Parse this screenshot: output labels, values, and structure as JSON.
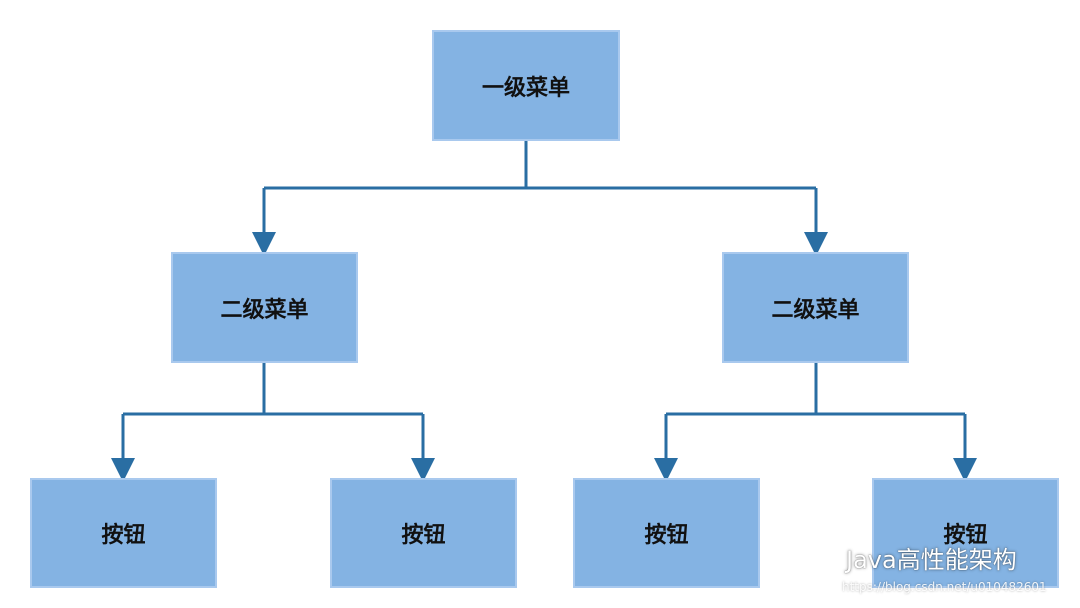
{
  "diagram": {
    "root": {
      "label": "一级菜单"
    },
    "level2": [
      {
        "label": "二级菜单"
      },
      {
        "label": "二级菜单"
      }
    ],
    "buttons": [
      {
        "label": "按钮"
      },
      {
        "label": "按钮"
      },
      {
        "label": "按钮"
      },
      {
        "label": "按钮"
      }
    ],
    "colors": {
      "node_fill": "#84b3e3",
      "node_border": "#a9c9ee",
      "connector": "#2a6ea3",
      "text": "#111111"
    }
  },
  "watermark": {
    "brand": "Java高性能架构",
    "icon": "wechat-icon",
    "url": "https://blog.csdn.net/u010482601"
  }
}
